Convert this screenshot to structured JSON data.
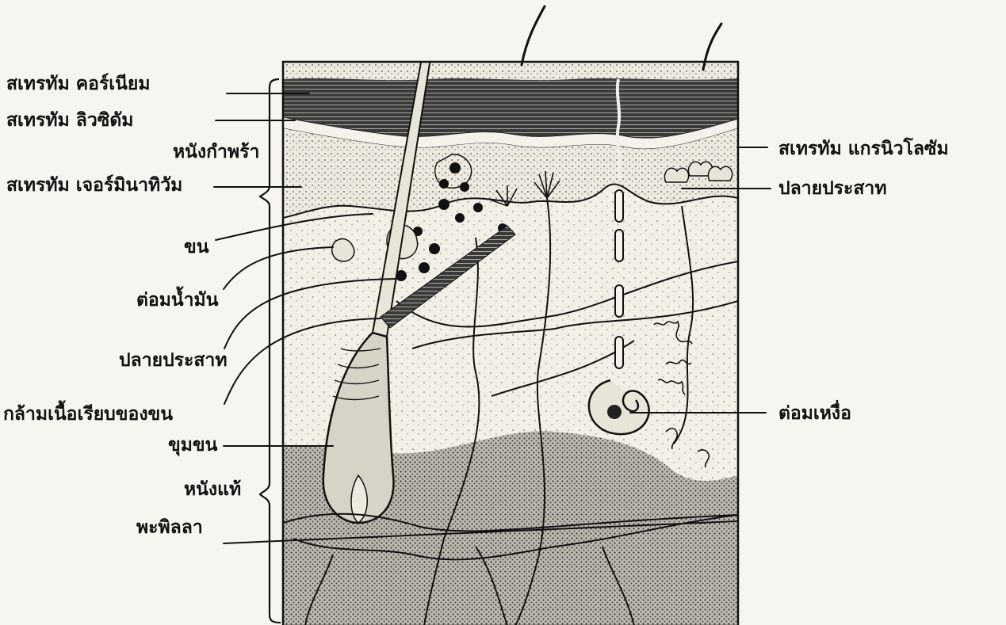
{
  "labels": {
    "stratum_corneum": "สเทรทัม คอร์เนียม",
    "stratum_lucidum": "สเทรทัม ลิวซิดัม",
    "epidermis": "หนังกำพร้า",
    "stratum_germinativum": "สเทรทัม เจอร์มินาทิวัม",
    "hair": "ขน",
    "sebaceous_gland": "ต่อมน้ำมัน",
    "nerve_ending_left": "ปลายประสาท",
    "arrector_pili": "กล้ามเนื้อเรียบของขน",
    "hair_follicle": "ขุมขน",
    "dermis": "หนังแท้",
    "papilla": "พะพิลลา",
    "stratum_granulosum": "สเทรทัม แกรนิวโลซัม",
    "nerve_ending_right": "ปลายประสาท",
    "sweat_gland": "ต่อมเหงื่อ"
  },
  "colors": {
    "ink": "#111111",
    "paper": "#f7f5ef",
    "corneum": "#2b2b2b",
    "epidermis_dots": "#d9d5c8",
    "dermis_upper": "#e8e4d8",
    "dermis_lower": "#7a7a7a"
  }
}
